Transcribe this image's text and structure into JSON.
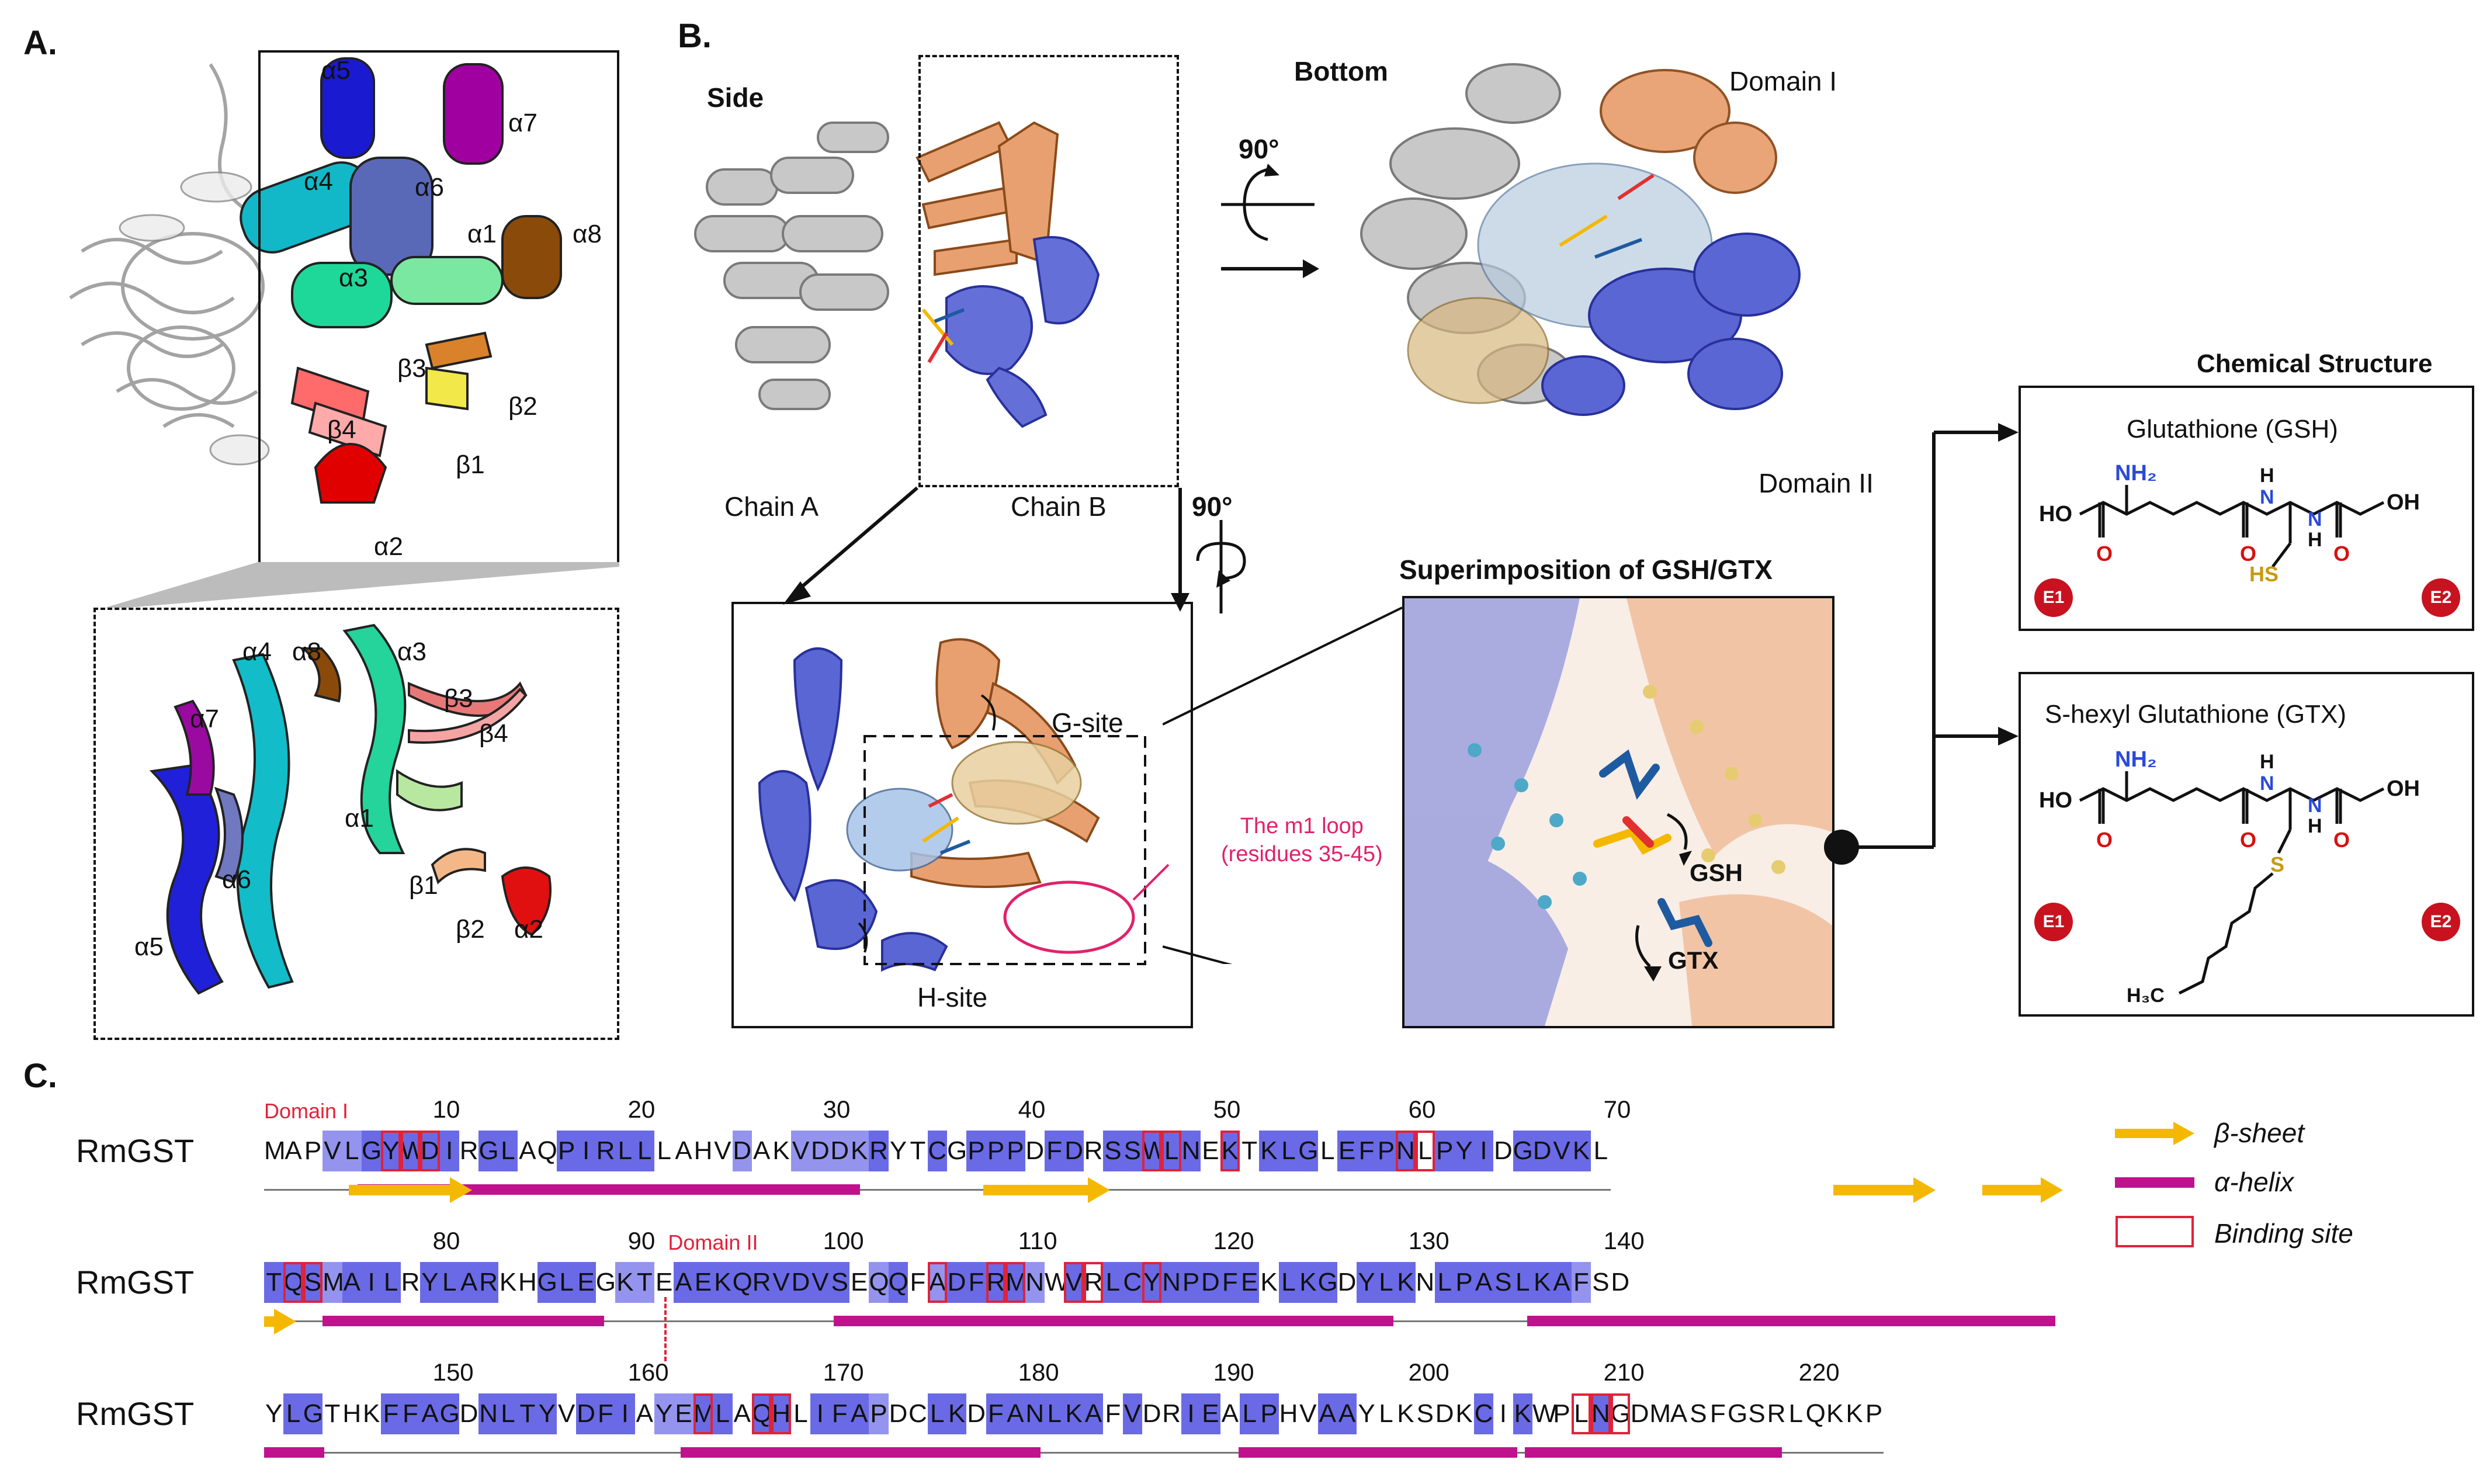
{
  "panels": {
    "a": {
      "letter": "A.",
      "top_labels": [
        "α5",
        "α7",
        "α4",
        "α6",
        "α8",
        "α3",
        "α1",
        "β3",
        "β2",
        "β4",
        "β1",
        "α2"
      ],
      "bottom_labels": [
        "α4",
        "α8",
        "α3",
        "α7",
        "β3",
        "β4",
        "α1",
        "α6",
        "β1",
        "β2",
        "α2",
        "α5"
      ]
    },
    "b": {
      "letter": "B.",
      "side_label": "Side",
      "bottom_label": "Bottom",
      "rotation_1": "90°",
      "rotation_2": "90°",
      "chain_a": "Chain A",
      "chain_b": "Chain B",
      "domain_i": "Domain I",
      "domain_ii": "Domain II",
      "g_site": "G-site",
      "h_site": "H-site",
      "m1_loop": "The m1 loop",
      "m1_residues": "(residues 35-45)",
      "superimposition_title": "Superimposition of GSH/GTX",
      "gsh_label": "GSH",
      "gtx_label": "GTX"
    },
    "c": {
      "letter": "C."
    }
  },
  "chemical": {
    "section_title": "Chemical Structure",
    "gsh": {
      "name": "Glutathione (GSH)",
      "atoms": {
        "nh2": "NH₂",
        "ho": "HO",
        "o": "O",
        "h_n": "H",
        "n": "N",
        "hs": "HS",
        "oh": "OH"
      },
      "badge_left": "E1",
      "badge_right": "E2"
    },
    "gtx": {
      "name": "S-hexyl Glutathione (GTX)",
      "atoms": {
        "nh2": "NH₂",
        "ho": "HO",
        "o": "O",
        "h_n": "H",
        "n": "N",
        "s": "S",
        "oh": "OH",
        "h3c": "H₃C"
      },
      "badge_left": "E1",
      "badge_right": "E2"
    }
  },
  "colors": {
    "alpha_helix": "#c0128c",
    "beta_sheet": "#f5b800",
    "binding_site": "#e0223a",
    "chain_a": "#b8b8b8",
    "chain_b_domain_i": "#e8a070",
    "chain_b_domain_ii": "#5864d8",
    "conservation_high": "#6a6ae6",
    "domain_marker": "#e0223a"
  },
  "sequence": {
    "name": "RmGST",
    "rows": [
      {
        "seq": "MAPVLGYWDIRGLAQPIRLLLAHVDAKVDDKRYTCGPPPDFDRSSWLNEKTKLGLEFPNLPYIDGDVKL",
        "start": 1,
        "ticks": [
          "10",
          "20",
          "30",
          "40",
          "50",
          "60",
          "70"
        ],
        "domain_labels": [
          {
            "text": "Domain I",
            "pos": 1
          }
        ]
      },
      {
        "seq": "TQSMAILRYLARKHGLEGKTEAEKQRVDVSEQQFADFRMNWVRLCYNPDFEKLKGDYLKNLPASLKAFSD",
        "start": 71,
        "ticks": [
          "80",
          "90",
          "100",
          "110",
          "120",
          "130",
          "140"
        ],
        "domain_labels": [
          {
            "text": "Domain II",
            "pos": 92
          }
        ]
      },
      {
        "seq": "YLGTHKFFAGDNLTYVDFIAYEMLAQHLIFAPDCLKDFANLKAFVDRIEALPHVAAYLKSDKCIKWPLNGDMASFGSRLQKKP",
        "start": 141,
        "ticks": [
          "150",
          "160",
          "170",
          "180",
          "190",
          "200",
          "210",
          "220"
        ],
        "domain_labels": []
      }
    ],
    "legend": {
      "beta": "β-sheet",
      "alpha": "α-helix",
      "binding": "Binding site"
    }
  }
}
